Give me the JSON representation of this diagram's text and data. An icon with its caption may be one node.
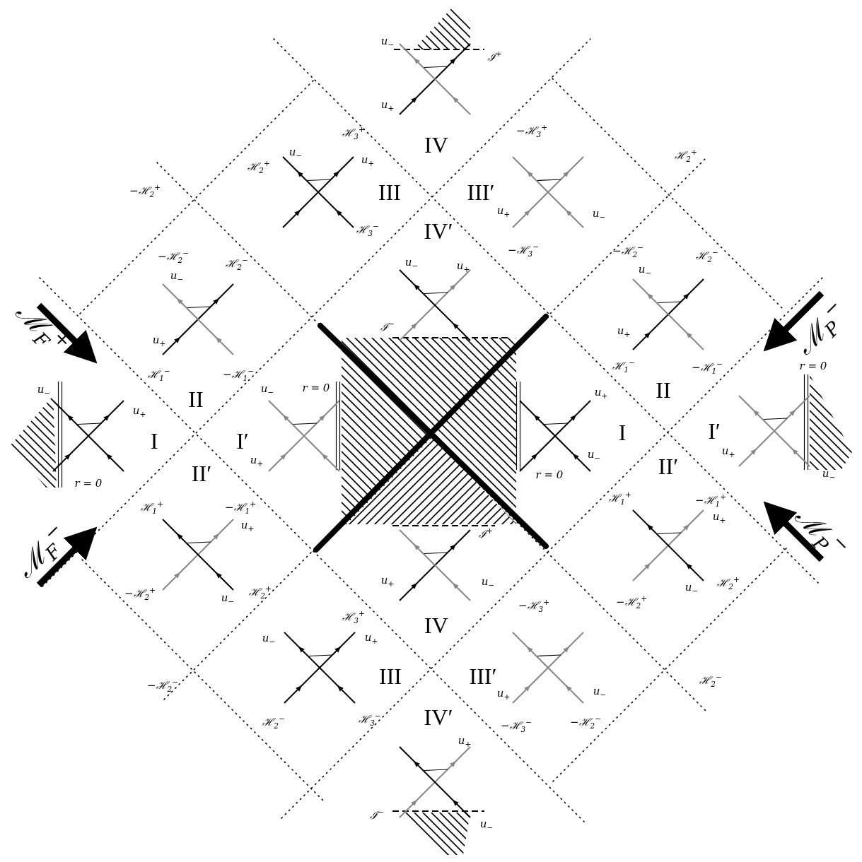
{
  "diagram": {
    "labels": [
      "u$_{−}$",
      "ℐ$^{+}$",
      "u$_{+}$",
      "ℋ$_{3}$$^{+}$",
      "−ℋ$_{3}$$^{+}$",
      "IV",
      "u$_{−}$",
      "u$_{+}$",
      "ℋ$_{2}$$^{+}$",
      "ℋ$_{2}$$^{+}$",
      "−ℋ$_{2}$$^{+}$",
      "III",
      "III′",
      "u$_{+}$",
      "u$_{−}$",
      "ℋ$_{3}$$^{−}$",
      "IV′",
      "−ℋ$_{3}$$^{−}$",
      "−ℋ$_{2}$$^{−}$",
      "ℋ$_{2}$$^{−}$",
      "−ℋ$_{2}$$^{−}$",
      "ℋ$_{2}$$^{−}$",
      "u$_{−}$",
      "u$_{+}$",
      "u$_{−}$",
      "u$_{−}$",
      "ℳ$_{F}$$^{+}$",
      "ℳ$_{P}$$^{−}$",
      "ℐ$^{−}$",
      "u$_{+}$",
      "u$_{+}$",
      "ℋ$_{1}$$^{−}$",
      "−ℋ$_{1}$$^{−}$",
      "ℋ$_{1}$$^{−}$",
      "−ℋ$_{1}$$^{−}$",
      "r = 0",
      "u$_{−}$",
      "u$_{−}$",
      "r = 0",
      "u$_{+}$",
      "II",
      "II",
      "u$_{+}$",
      "I",
      "I′",
      "I",
      "I′",
      "u$_{+}$",
      "u$_{−}$",
      "u$_{+}$",
      "r = 0",
      "II′",
      "r = 0",
      "II′",
      "u$_{−}$",
      "ℋ$_{1}$$^{+}$",
      "−ℋ$_{1}$$^{+}$",
      "ℋ$_{1}$$^{+}$",
      "−ℋ$_{1}$$^{+}$",
      "u$_{+}$",
      "u$_{+}$",
      "ℐ$^{+}$",
      "ℳ$_{P}$$^{−}$",
      "ℳ$_{F}$$^{−}$",
      "−ℋ$_{2}$$^{+}$",
      "u$_{−}$",
      "ℋ$_{2}$$^{+}$",
      "u$_{+}$",
      "u$_{−}$",
      "−ℋ$_{3}$$^{+}$",
      "−ℋ$_{2}$$^{+}$",
      "u$_{−}$",
      "ℋ$_{2}$$^{+}$",
      "ℋ$_{3}$$^{+}$",
      "IV",
      "u$_{−}$",
      "u$_{+}$",
      "III",
      "III′",
      "ℋ$_{2}$$^{−}$",
      "−ℋ$_{2}$$^{−}$",
      "u$_{−}$",
      "u$_{+}$",
      "ℋ$_{2}$$^{−}$",
      "ℋ$_{3}$$^{−}$",
      "IV′",
      "−ℋ$_{3}$$^{−}$",
      "−ℋ$_{2}$$^{−}$",
      "u$_{+}$",
      "ℐ$^{−}$",
      "u$_{−}$"
    ]
  }
}
